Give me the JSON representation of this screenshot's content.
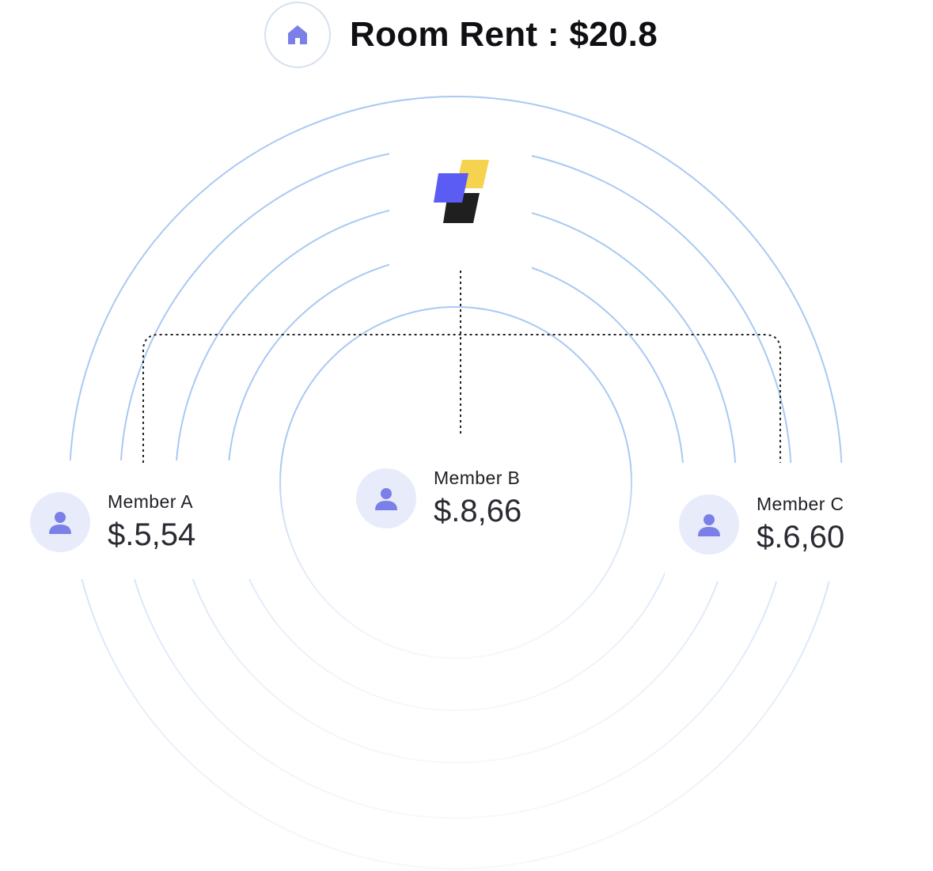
{
  "header": {
    "icon": "home-icon",
    "title": "Room Rent : $20.8"
  },
  "logo": {
    "icon": "app-logo",
    "colors": [
      "#f5d34f",
      "#5a5cf3",
      "#1f1f1f"
    ]
  },
  "members": [
    {
      "name": "Member A",
      "amount": "$.5,54",
      "icon": "user-icon"
    },
    {
      "name": "Member B",
      "amount": "$.8,66",
      "icon": "user-icon"
    },
    {
      "name": "Member C",
      "amount": "$.6,60",
      "icon": "user-icon"
    }
  ],
  "colors": {
    "ring": "#a9c9f2",
    "avatar_bg": "#e8ebfa",
    "accent": "#7b7fe8"
  }
}
